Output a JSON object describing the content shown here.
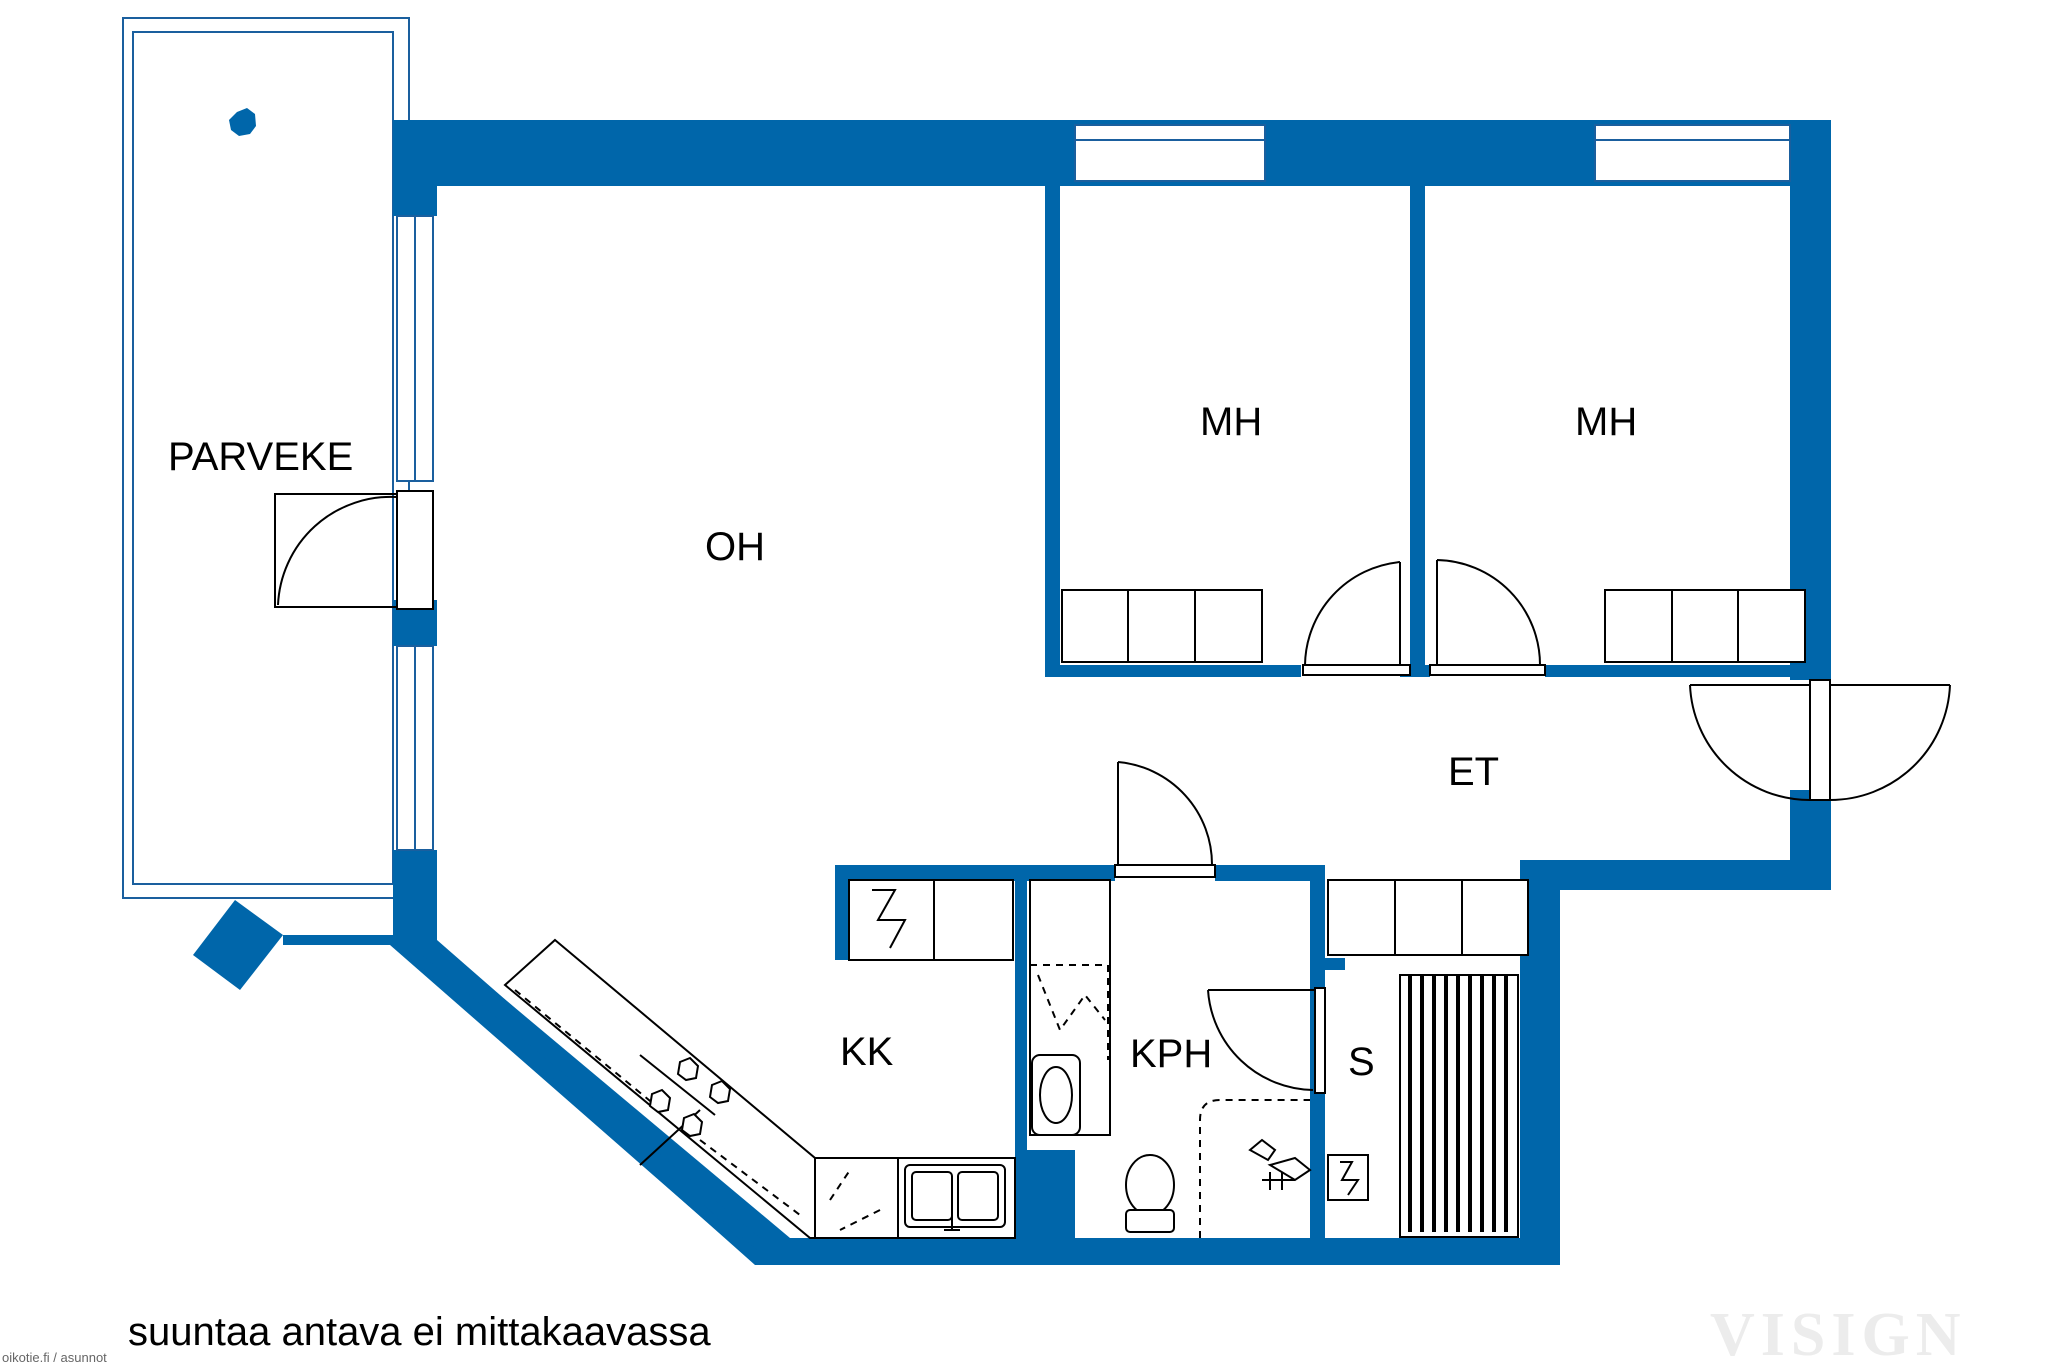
{
  "rooms": {
    "parveke": "PARVEKE",
    "oh": "OH",
    "mh_left": "MH",
    "mh_right": "MH",
    "et": "ET",
    "kk": "KK",
    "kph": "KPH",
    "s": "S"
  },
  "note": "suuntaa antava ei mittakaavassa",
  "credit": "oikotie.fi / asunnot",
  "watermark": "VISIGN",
  "colors": {
    "wall": "#0066aa",
    "fixture_line": "#000000",
    "background": "#ffffff"
  }
}
